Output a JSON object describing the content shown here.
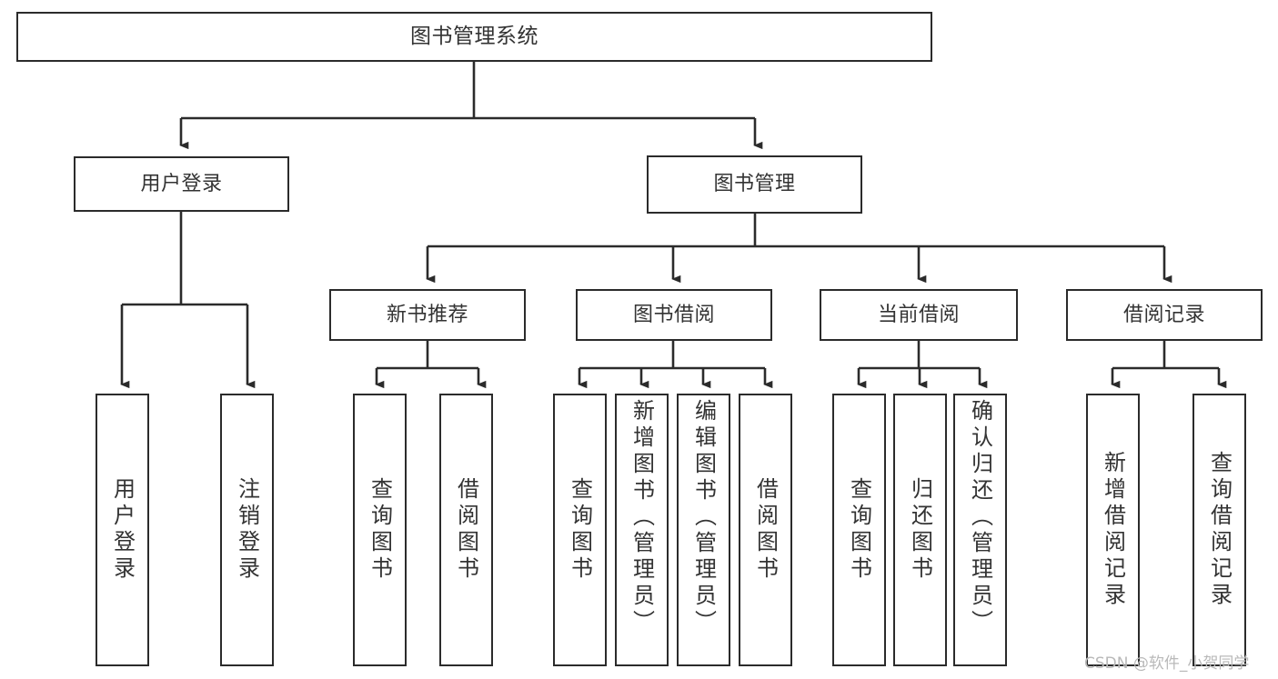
{
  "diagram": {
    "title": "图书管理系统",
    "type": "functional-structure-tree",
    "root": {
      "id": "root",
      "label": "图书管理系统"
    },
    "level2": [
      {
        "id": "user-login",
        "label": "用户登录"
      },
      {
        "id": "book-manage",
        "label": "图书管理"
      }
    ],
    "level3": [
      {
        "id": "new-book-recommend",
        "label": "新书推荐",
        "parent": "book-manage"
      },
      {
        "id": "book-borrow",
        "label": "图书借阅",
        "parent": "book-manage"
      },
      {
        "id": "current-borrow",
        "label": "当前借阅",
        "parent": "book-manage"
      },
      {
        "id": "borrow-record",
        "label": "借阅记录",
        "parent": "book-manage"
      }
    ],
    "leaves": [
      {
        "id": "leaf-user-login",
        "label": "用户登录",
        "parent": "user-login"
      },
      {
        "id": "leaf-logout-login",
        "label": "注销登录",
        "parent": "user-login"
      },
      {
        "id": "leaf-query-book-1",
        "label": "查询图书",
        "parent": "new-book-recommend"
      },
      {
        "id": "leaf-borrow-book-1",
        "label": "借阅图书",
        "parent": "new-book-recommend"
      },
      {
        "id": "leaf-query-book-2",
        "label": "查询图书",
        "parent": "book-borrow"
      },
      {
        "id": "leaf-add-book",
        "label": "新增图书（管理员）",
        "parent": "book-borrow"
      },
      {
        "id": "leaf-edit-book",
        "label": "编辑图书（管理员）",
        "parent": "book-borrow"
      },
      {
        "id": "leaf-borrow-book-2",
        "label": "借阅图书",
        "parent": "book-borrow"
      },
      {
        "id": "leaf-query-book-3",
        "label": "查询图书",
        "parent": "current-borrow"
      },
      {
        "id": "leaf-return-book",
        "label": "归还图书",
        "parent": "current-borrow"
      },
      {
        "id": "leaf-confirm-return",
        "label": "确认归还（管理员）",
        "parent": "current-borrow"
      },
      {
        "id": "leaf-add-record",
        "label": "新增借阅记录",
        "parent": "borrow-record"
      },
      {
        "id": "leaf-query-record",
        "label": "查询借阅记录",
        "parent": "borrow-record"
      }
    ]
  },
  "watermark": {
    "text": "CSDN @软件_小贺同学"
  },
  "colors": {
    "stroke": "#2b2b2b",
    "text": "#333333",
    "background": "#ffffff",
    "watermark": "#b9b9b9"
  }
}
